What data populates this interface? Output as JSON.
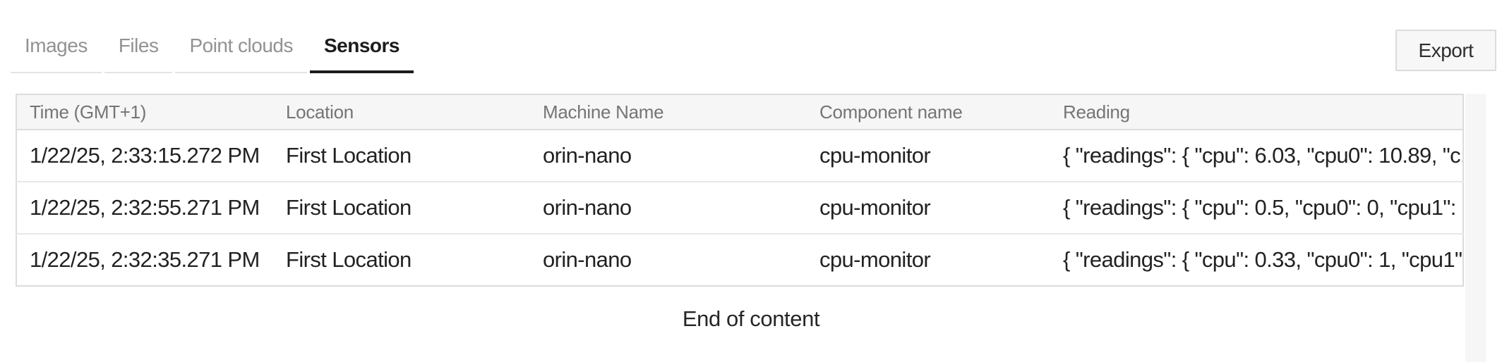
{
  "tabs": {
    "items": [
      {
        "label": "Images",
        "active": false
      },
      {
        "label": "Files",
        "active": false
      },
      {
        "label": "Point clouds",
        "active": false
      },
      {
        "label": "Sensors",
        "active": true
      }
    ]
  },
  "toolbar": {
    "export_label": "Export"
  },
  "table": {
    "columns": {
      "time": "Time (GMT+1)",
      "location": "Location",
      "machine": "Machine Name",
      "component": "Component name",
      "reading": "Reading"
    },
    "rows": [
      {
        "time": "1/22/25, 2:33:15.272 PM",
        "location": "First Location",
        "machine": "orin-nano",
        "component": "cpu-monitor",
        "reading": "{ \"readings\": { \"cpu\": 6.03, \"cpu0\": 10.89, \"c..."
      },
      {
        "time": "1/22/25, 2:32:55.271 PM",
        "location": "First Location",
        "machine": "orin-nano",
        "component": "cpu-monitor",
        "reading": "{ \"readings\": { \"cpu\": 0.5, \"cpu0\": 0, \"cpu1\": ..."
      },
      {
        "time": "1/22/25, 2:32:35.271 PM",
        "location": "First Location",
        "machine": "orin-nano",
        "component": "cpu-monitor",
        "reading": "{ \"readings\": { \"cpu\": 0.33, \"cpu0\": 1, \"cpu1\"..."
      }
    ]
  },
  "footer": {
    "end_of_content": "End of content"
  },
  "colors": {
    "active_tab_underline": "#1c1c1c",
    "inactive_tab_text": "#929292",
    "header_bg": "#f6f6f7",
    "border": "#dcdcdc",
    "row_border": "#e7e7e7",
    "cell_text": "#222222",
    "header_text": "#757575",
    "export_bg": "#f7f7f7"
  }
}
